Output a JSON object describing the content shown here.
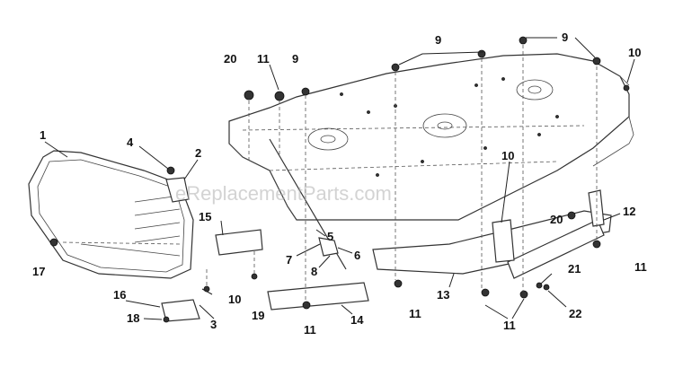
{
  "watermark": "eReplacementParts.com",
  "callouts": [
    {
      "id": "c1",
      "label": "1"
    },
    {
      "id": "c2",
      "label": "2"
    },
    {
      "id": "c3",
      "label": "3"
    },
    {
      "id": "c4",
      "label": "4"
    },
    {
      "id": "c5",
      "label": "5"
    },
    {
      "id": "c6",
      "label": "6"
    },
    {
      "id": "c7",
      "label": "7"
    },
    {
      "id": "c8",
      "label": "8"
    },
    {
      "id": "c9a",
      "label": "9"
    },
    {
      "id": "c9b",
      "label": "9"
    },
    {
      "id": "c9c",
      "label": "9"
    },
    {
      "id": "c10a",
      "label": "10"
    },
    {
      "id": "c10b",
      "label": "10"
    },
    {
      "id": "c10c",
      "label": "10"
    },
    {
      "id": "c11a",
      "label": "11"
    },
    {
      "id": "c11b",
      "label": "11"
    },
    {
      "id": "c11c",
      "label": "11"
    },
    {
      "id": "c11d",
      "label": "11"
    },
    {
      "id": "c11e",
      "label": "11"
    },
    {
      "id": "c12",
      "label": "12"
    },
    {
      "id": "c13",
      "label": "13"
    },
    {
      "id": "c14",
      "label": "14"
    },
    {
      "id": "c15",
      "label": "15"
    },
    {
      "id": "c16",
      "label": "16"
    },
    {
      "id": "c17",
      "label": "17"
    },
    {
      "id": "c18",
      "label": "18"
    },
    {
      "id": "c19",
      "label": "19"
    },
    {
      "id": "c20a",
      "label": "20"
    },
    {
      "id": "c20b",
      "label": "20"
    },
    {
      "id": "c21",
      "label": "21"
    },
    {
      "id": "c22",
      "label": "22"
    }
  ]
}
